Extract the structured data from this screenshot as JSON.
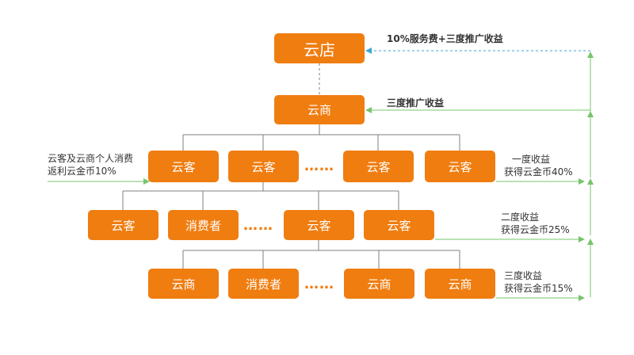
{
  "colors": {
    "box": "#f07d10",
    "tree_line": "#7f7f7f",
    "arrow": "#77c46b",
    "dashed_arrow": "#3aa6d4"
  },
  "boxes": {
    "root": "云店",
    "level1": "云商",
    "level2": [
      "云客",
      "云客",
      "云客",
      "云客"
    ],
    "level3": [
      "云客",
      "消费者",
      "云客",
      "云客"
    ],
    "level4": [
      "云商",
      "消费者",
      "云商",
      "云商"
    ]
  },
  "ellipsis": "……",
  "notes": {
    "top_right": "10%服务费+三度推广收益",
    "mid_right": "三度推广收益",
    "left_line1": "云客及云商个人消费",
    "left_line2": "返利云金币10%",
    "first_line1": "一度收益",
    "first_line2": "获得云金币40%",
    "second_line1": "二度收益",
    "second_line2": "获得云金币25%",
    "third_line1": "三度收益",
    "third_line2": "获得云金币15%"
  }
}
